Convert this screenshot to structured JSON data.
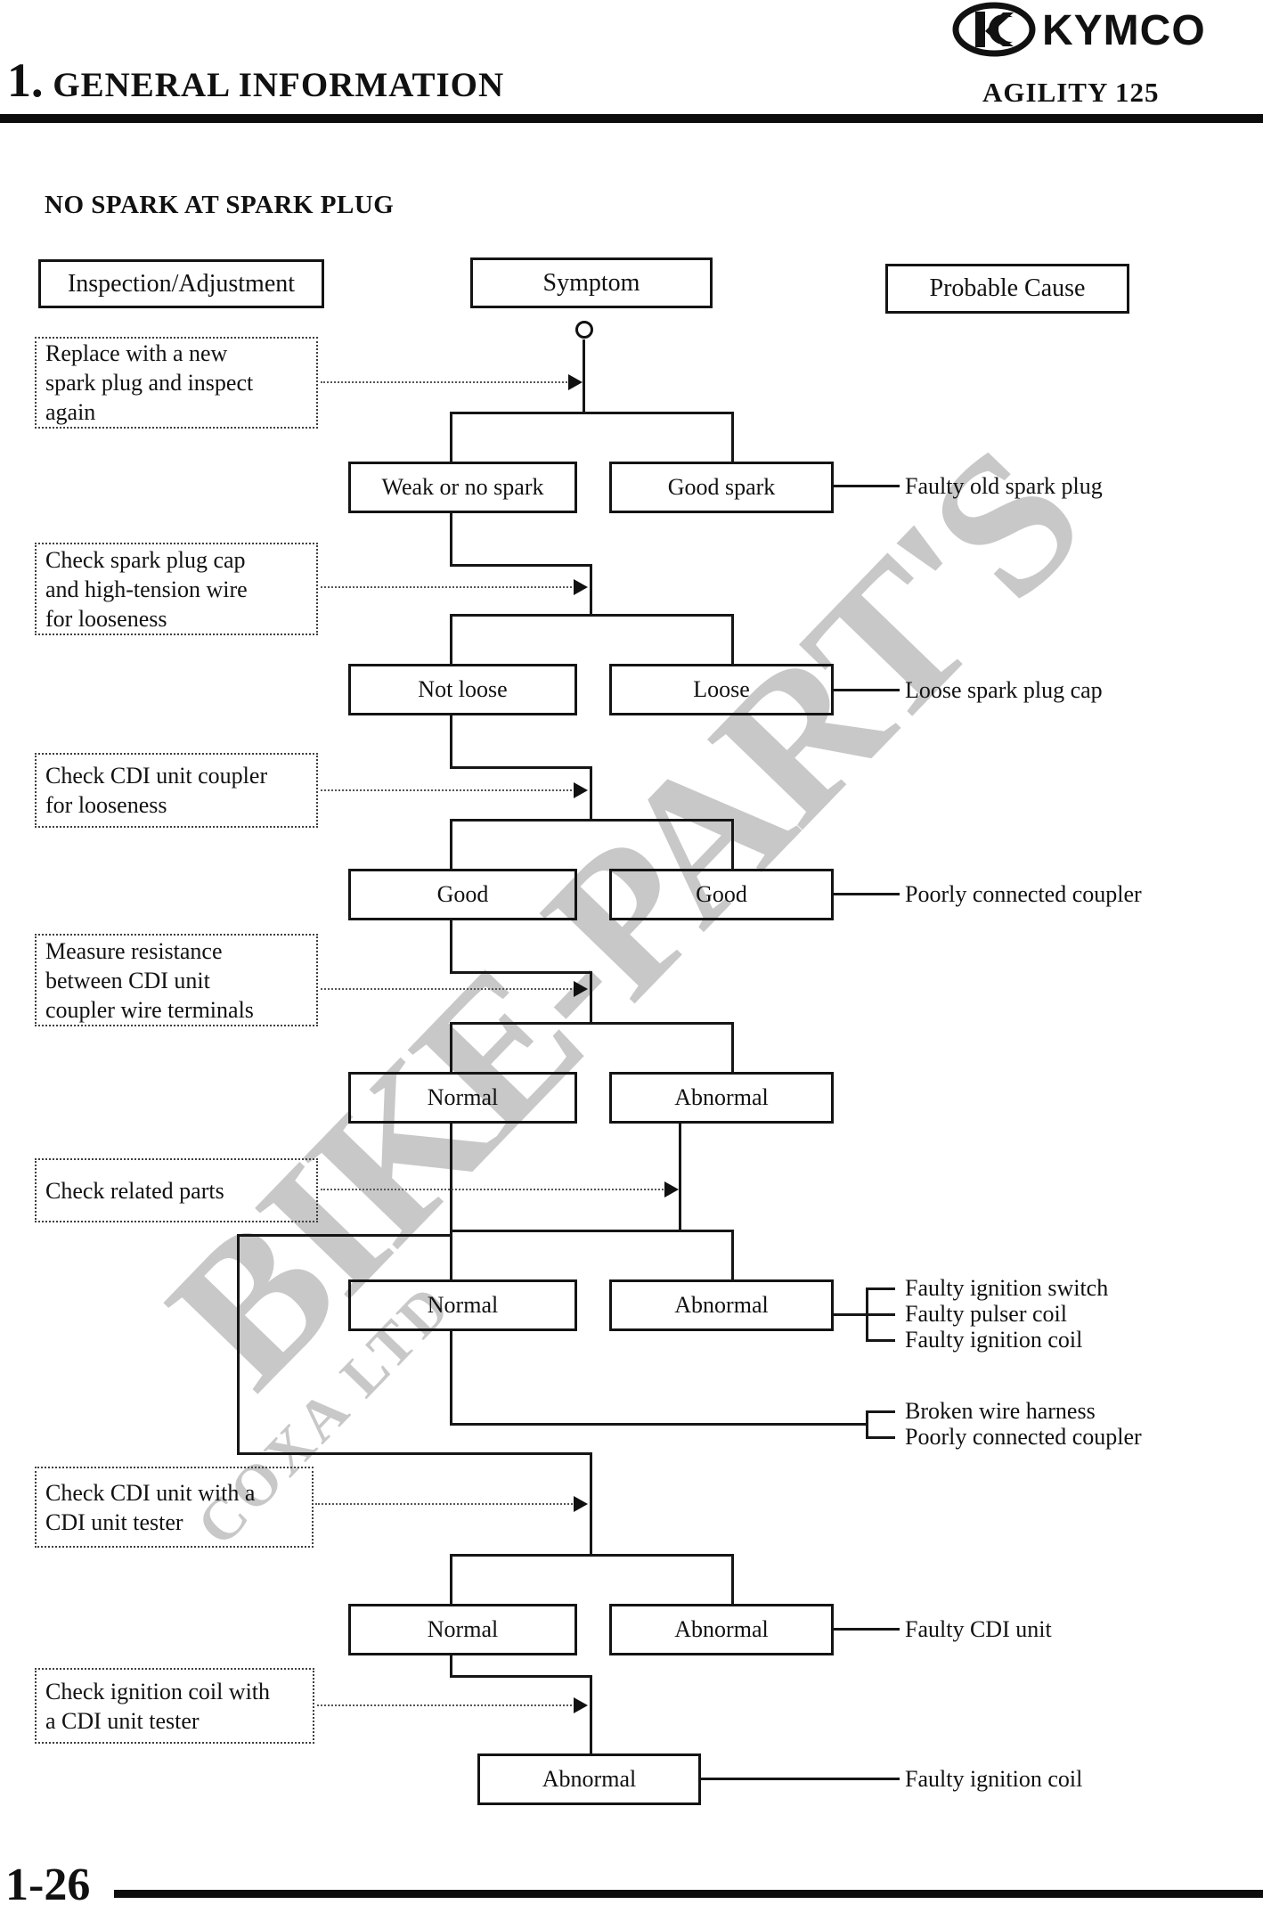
{
  "header": {
    "chapter": "1.",
    "title": "GENERAL INFORMATION",
    "model": "AGILITY 125",
    "brand": "KYMCO"
  },
  "section": {
    "title": "NO SPARK AT SPARK PLUG"
  },
  "columns": {
    "inspection": "Inspection/Adjustment",
    "symptom": "Symptom",
    "cause": "Probable Cause"
  },
  "watermark": {
    "main": "BIKE-PART'S",
    "sub": "COXA LTD",
    "color": "#c8c8c8"
  },
  "inspection_steps": [
    {
      "lines": [
        "Replace with a new",
        "spark plug and inspect",
        "again"
      ]
    },
    {
      "lines": [
        "Check spark plug cap",
        "and high-tension wire",
        "for looseness"
      ]
    },
    {
      "lines": [
        "Check CDI unit coupler",
        "for looseness"
      ]
    },
    {
      "lines": [
        "Measure resistance",
        "between CDI unit",
        "coupler wire terminals"
      ]
    },
    {
      "lines": [
        "Check related parts"
      ]
    },
    {
      "lines": [
        "Check CDI unit with a",
        "CDI unit tester"
      ]
    },
    {
      "lines": [
        "Check ignition coil with",
        "a CDI unit tester"
      ]
    }
  ],
  "flow": {
    "rows": [
      {
        "left": "Weak or no spark",
        "right": "Good spark",
        "causes": [
          "Faulty old spark plug"
        ]
      },
      {
        "left": "Not loose",
        "right": "Loose",
        "causes": [
          "Loose spark plug cap"
        ]
      },
      {
        "left": "Good",
        "right": "Good",
        "causes": [
          "Poorly connected coupler"
        ]
      },
      {
        "left": "Normal",
        "right": "Abnormal",
        "causes": []
      },
      {
        "left": "Normal",
        "right": "Abnormal",
        "causes": [
          "Faulty ignition switch",
          "Faulty pulser coil",
          "Faulty ignition coil"
        ],
        "left_path_causes": [
          "Broken wire harness",
          "Poorly connected coupler"
        ]
      },
      {
        "left": "Normal",
        "right": "Abnormal",
        "causes": [
          "Faulty CDI unit"
        ]
      },
      {
        "final": "Abnormal",
        "causes": [
          "Faulty ignition coil"
        ]
      }
    ]
  },
  "footer": {
    "page_number": "1-26"
  }
}
